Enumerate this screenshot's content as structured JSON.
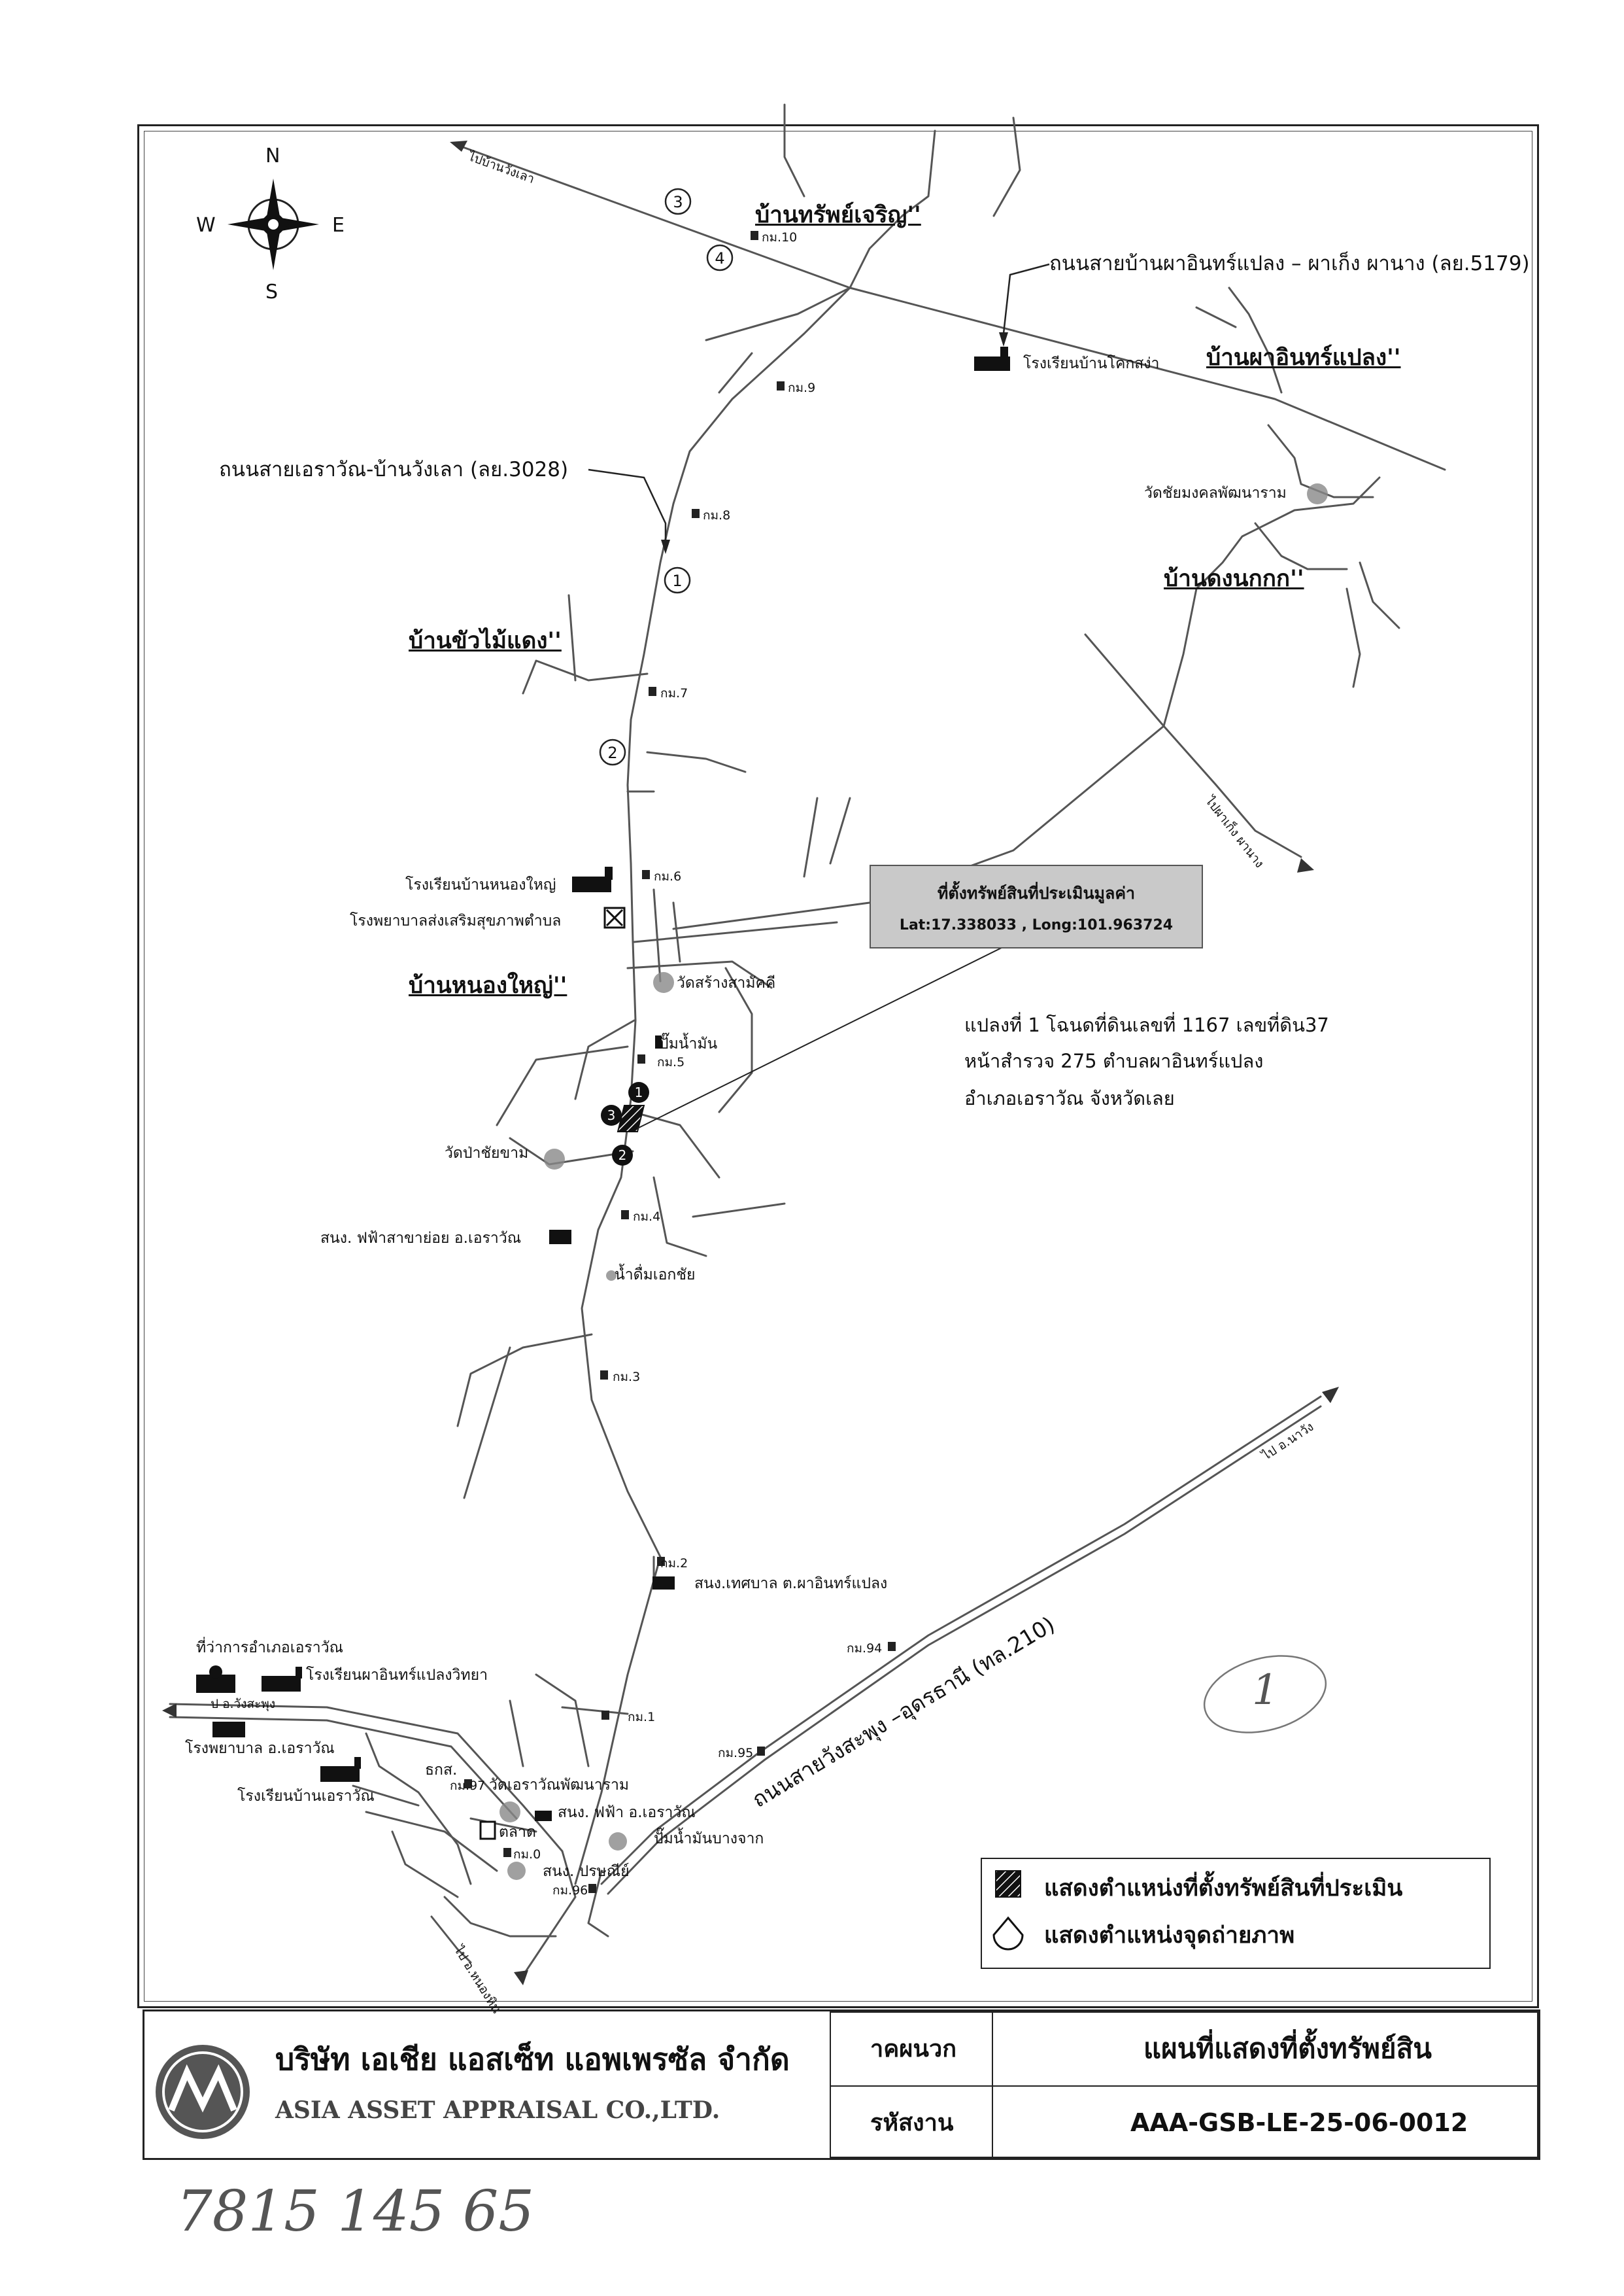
{
  "compass": {
    "n": "N",
    "s": "S",
    "e": "E",
    "w": "W"
  },
  "map": {
    "road_direction_labels": {
      "to_ban_wang_lao": "ไปบ้านวังเลา",
      "to_pha_kaeng": "ไปผาเก็ง ผานาง",
      "to_wang_saphung": "ป อ.วังสะพุง",
      "to_amphoe_wang": "ไป อ.นาวัง",
      "to_nong_hin": "ไป อ.หนองหิน"
    },
    "roads": {
      "road_5179": "ถนนสายบ้านผาอินทร์แปลง – ผาเก็ง ผานาง (ลย.5179)",
      "road_3028": "ถนนสายเอราวัณ-บ้านวังเลา (ลย.3028)",
      "road_210": "ถนนสายวังสะพุง –อุดรธานี (ทล.210)"
    },
    "villages": {
      "ban_sap_charoen": "บ้านทรัพย์เจริญ''",
      "ban_pha_in_plaeng": "บ้านผาอินทร์แปลง''",
      "ban_dong_nok_kok": "บ้านดงนกกก''",
      "ban_khua_mai_daeng": "บ้านขัวไม้แดง''",
      "ban_nong_yai": "บ้านหนองใหญ่''"
    },
    "km_markers": {
      "km10": "กม.10",
      "km9": "กม.9",
      "km8": "กม.8",
      "km7": "กม.7",
      "km6": "กม.6",
      "km5": "กม.5",
      "km4": "กม.4",
      "km3": "กม.3",
      "km2": "กม.2",
      "km1": "กม.1",
      "km0": "กม.0",
      "km97": "กม.97",
      "km96": "กม.96",
      "km95": "กม.95",
      "km94": "กม.94"
    },
    "places": {
      "school_khok_sa": "โรงเรียนบ้านโคกสง่า",
      "wat_chai_mongkhon": "วัดชัยมงคลพัฒนาราม",
      "school_nong_yai": "โรงเรียนบ้านหนองใหญ่",
      "hospital_tambon": "โรงพยาบาลส่งเสริมสุขภาพตำบล",
      "wat_sang_samakkhi": "วัดสร้างสามัคคี",
      "gas_station_1": "ปั๊มน้ำมัน",
      "wat_pa_chaikham": "วัดป่าชัยขาม",
      "pea_substation": "สนง. ฟฟ้าสาขาย่อย อ.เอราวัณ",
      "water_ekachai": "น้ำดื่มเอกชัย",
      "municipal_office": "สนง.เทศบาล ต.ผาอินทร์แปลง",
      "district_office": "ที่ว่าการอำเภอเอราวัณ",
      "school_pha_in_wittaya": "โรงเรียนผาอินทร์แปลงวิทยา",
      "hospital_erawan": "โรงพยาบาล อ.เอราวัณ",
      "school_ban_erawan": "โรงเรียนบ้านเอราวัณ",
      "bank_baac": "ธกส.",
      "wat_erawan": "วัดเอราวัณพัฒนาราม",
      "pea_erawan": "สนง. ฟฟ้า อ.เอราวัณ",
      "market": "ตลาด",
      "gas_station_bangchak": "ปั๊มน้ำมันบางจาก",
      "post_office": "สนง. ปรษณีย์"
    },
    "photo_points": [
      "1",
      "2",
      "3",
      "4"
    ]
  },
  "callout": {
    "title": "ที่ตั้งทรัพย์สินที่ประเมินมูลค่า",
    "coords": "Lat:17.338033 , Long:101.963724"
  },
  "parcel_info": {
    "line1": "แปลงที่ 1 โฉนดที่ดินเลขที่ 1167 เลขที่ดิน37",
    "line2": "หน้าสำรวจ 275 ตำบลผาอินทร์แปลง",
    "line3": "อำเภอเอราวัณ จังหวัดเลย"
  },
  "legend": {
    "property_location": "แสดงตำแหน่งที่ตั้งทรัพย์สินที่ประเมิน",
    "photo_point": "แสดงตำแหน่งจุดถ่ายภาพ"
  },
  "title_block": {
    "company_th": "บริษัท เอเชีย แอสเซ็ท แอพเพรซัล จำกัด",
    "company_en": "ASIA ASSET APPRAISAL CO.,LTD.",
    "attachment_label": "าคผนวก",
    "document_title": "แผนที่แสดงที่ตั้งทรัพย์สิน",
    "code_label": "รหัสงาน",
    "code_value": "AAA-GSB-LE-25-06-0012"
  },
  "handwritten": {
    "bottom": "7815  145  65",
    "circle_mark": "1"
  },
  "colors": {
    "road": "#555555",
    "ink": "#111111",
    "callout_bg": "#c9c9c9"
  }
}
